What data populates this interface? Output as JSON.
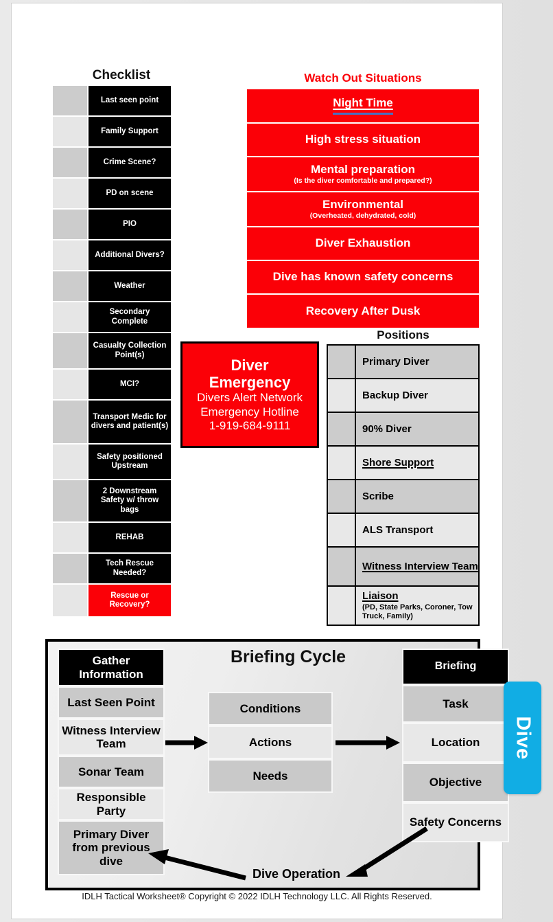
{
  "side_tab": {
    "label": "Dive"
  },
  "checklist": {
    "title": "Checklist",
    "items": [
      {
        "label": "Last seen point",
        "style": "normal",
        "h": 45
      },
      {
        "label": "Family Support",
        "style": "normal",
        "h": 45
      },
      {
        "label": "Crime Scene?",
        "style": "normal",
        "h": 45
      },
      {
        "label": "PD on scene",
        "style": "normal",
        "h": 45
      },
      {
        "label": "PIO",
        "style": "normal",
        "h": 45
      },
      {
        "label": "Additional Divers?",
        "style": "normal",
        "h": 45
      },
      {
        "label": "Weather",
        "style": "normal",
        "h": 45
      },
      {
        "label": "Secondary Complete",
        "style": "normal",
        "h": 45
      },
      {
        "label": "Casualty Collection Point(s)",
        "style": "normal",
        "h": 53
      },
      {
        "label": "MCI?",
        "style": "normal",
        "h": 45
      },
      {
        "label": "Transport Medic for divers and patient(s)",
        "style": "normal",
        "h": 64
      },
      {
        "label": "Safety positioned Upstream",
        "style": "normal",
        "h": 52
      },
      {
        "label": "2 Downstream Safety w/ throw bags",
        "style": "normal",
        "h": 62
      },
      {
        "label": "REHAB",
        "style": "normal",
        "h": 45
      },
      {
        "label": "Tech Rescue Needed?",
        "style": "normal",
        "h": 45
      },
      {
        "label": "Rescue or Recovery?",
        "style": "danger",
        "h": 48
      }
    ]
  },
  "watch_out": {
    "title": "Watch Out Situations",
    "items": [
      {
        "main": "Night Time",
        "sub": "",
        "underline": true,
        "h": 50
      },
      {
        "main": "High stress situation",
        "sub": "",
        "underline": false,
        "h": 49
      },
      {
        "main": "Mental preparation",
        "sub": "(Is the diver comfortable and prepared?)",
        "underline": false,
        "h": 51
      },
      {
        "main": "Environmental",
        "sub": "(Overheated, dehydrated, cold)",
        "underline": false,
        "h": 51
      },
      {
        "main": "Diver Exhaustion",
        "sub": "",
        "underline": false,
        "h": 49
      },
      {
        "main": "Dive has known safety concerns",
        "sub": "",
        "underline": false,
        "h": 49
      },
      {
        "main": "Recovery After Dusk",
        "sub": "",
        "underline": false,
        "h": 50
      }
    ]
  },
  "emergency": {
    "title_line1": "Diver",
    "title_line2": "Emergency",
    "line1": "Divers Alert Network",
    "line2": "Emergency Hotline",
    "phone": "1-919-684-9111"
  },
  "positions": {
    "title": "Positions",
    "items": [
      {
        "label": "Primary Diver",
        "sub": "",
        "underline": false,
        "h": 49
      },
      {
        "label": "Backup Diver",
        "sub": "",
        "underline": false,
        "h": 49
      },
      {
        "label": "90% Diver",
        "sub": "",
        "underline": false,
        "h": 49
      },
      {
        "label": "Shore Support",
        "sub": "",
        "underline": true,
        "h": 49
      },
      {
        "label": "Scribe",
        "sub": "",
        "underline": false,
        "h": 49
      },
      {
        "label": "ALS Transport",
        "sub": "",
        "underline": false,
        "h": 49
      },
      {
        "label": "Witness Interview Team",
        "sub": "",
        "underline": true,
        "h": 57
      },
      {
        "label": "Liaison",
        "sub": "(PD, State Parks, Coroner, Tow Truck, Family)",
        "underline": true,
        "h": 57
      }
    ]
  },
  "briefing": {
    "title": "Briefing Cycle",
    "dive_operation": "Dive Operation",
    "left_column": [
      {
        "label": "Gather Information",
        "style": "hdr",
        "h": 55,
        "fs": 17
      },
      {
        "label": "Last Seen Point",
        "style": "g1",
        "h": 47,
        "fs": 17
      },
      {
        "label": "Witness Interview Team",
        "style": "g2",
        "h": 54,
        "fs": 17
      },
      {
        "label": "Sonar Team",
        "style": "g1",
        "h": 47,
        "fs": 17
      },
      {
        "label": "Responsible Party",
        "style": "g2",
        "h": 47,
        "fs": 17
      },
      {
        "label": "Primary Diver from previous dive",
        "style": "g1",
        "h": 80,
        "fs": 17
      }
    ],
    "center_column": [
      {
        "label": "Conditions",
        "style": "g1"
      },
      {
        "label": "Actions",
        "style": "g2"
      },
      {
        "label": "Needs",
        "style": "g1"
      }
    ],
    "right_column": [
      {
        "label": "Briefing",
        "style": "hdr",
        "h": 53,
        "fs": 16
      },
      {
        "label": "Task",
        "style": "g1",
        "h": 55,
        "fs": 17
      },
      {
        "label": "Location",
        "style": "g2",
        "h": 58,
        "fs": 17
      },
      {
        "label": "Objective",
        "style": "g1",
        "h": 58,
        "fs": 17
      },
      {
        "label": "Safety Concerns",
        "style": "g2",
        "h": 58,
        "fs": 17
      }
    ]
  },
  "footer": {
    "text": "IDLH Tactical Worksheet®  Copyright © 2022 IDLH Technology LLC. All Rights Reserved."
  },
  "colors": {
    "red": "#fb0007",
    "blue_tab": "#11ade4",
    "underline_blue": "#4472c4",
    "gray_dark": "#c9c9c9",
    "gray_light": "#e8e8e8"
  }
}
